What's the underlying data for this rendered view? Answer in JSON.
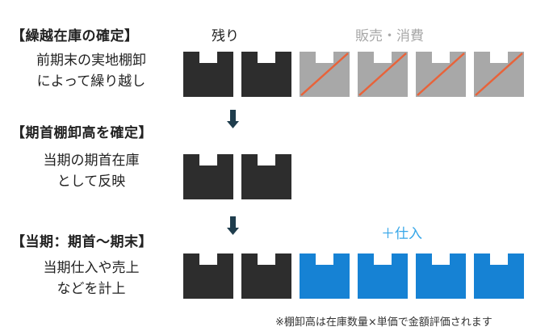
{
  "colors": {
    "remaining": "#2d2d2d",
    "consumed": "#a8a8a8",
    "strike": "#e8633a",
    "purchased": "#1682d4",
    "label_gray": "#a8a8a8",
    "label_blue": "#36a6e8",
    "arrow": "#1f3d4d"
  },
  "steps": [
    {
      "heading": "【繰越在庫の確定】",
      "lines": [
        "前期末の実地棚卸",
        "によって繰り越し"
      ]
    },
    {
      "heading": "【期首棚卸高を確定】",
      "lines": [
        "当期の期首在庫",
        "として反映"
      ]
    },
    {
      "heading": "【当期：期首〜期末】",
      "lines": [
        "当期仕入や売上",
        "などを計上"
      ]
    }
  ],
  "column_labels": {
    "remaining": "残り",
    "consumed": "販売・消費",
    "purchased": "＋仕入"
  },
  "rows": [
    {
      "remaining": 2,
      "consumed": 4,
      "purchased": 0
    },
    {
      "remaining": 2,
      "consumed": 0,
      "purchased": 0
    },
    {
      "remaining": 2,
      "consumed": 0,
      "purchased": 4
    }
  ],
  "note": "※棚卸高は在庫数量×単価で金額評価されます"
}
